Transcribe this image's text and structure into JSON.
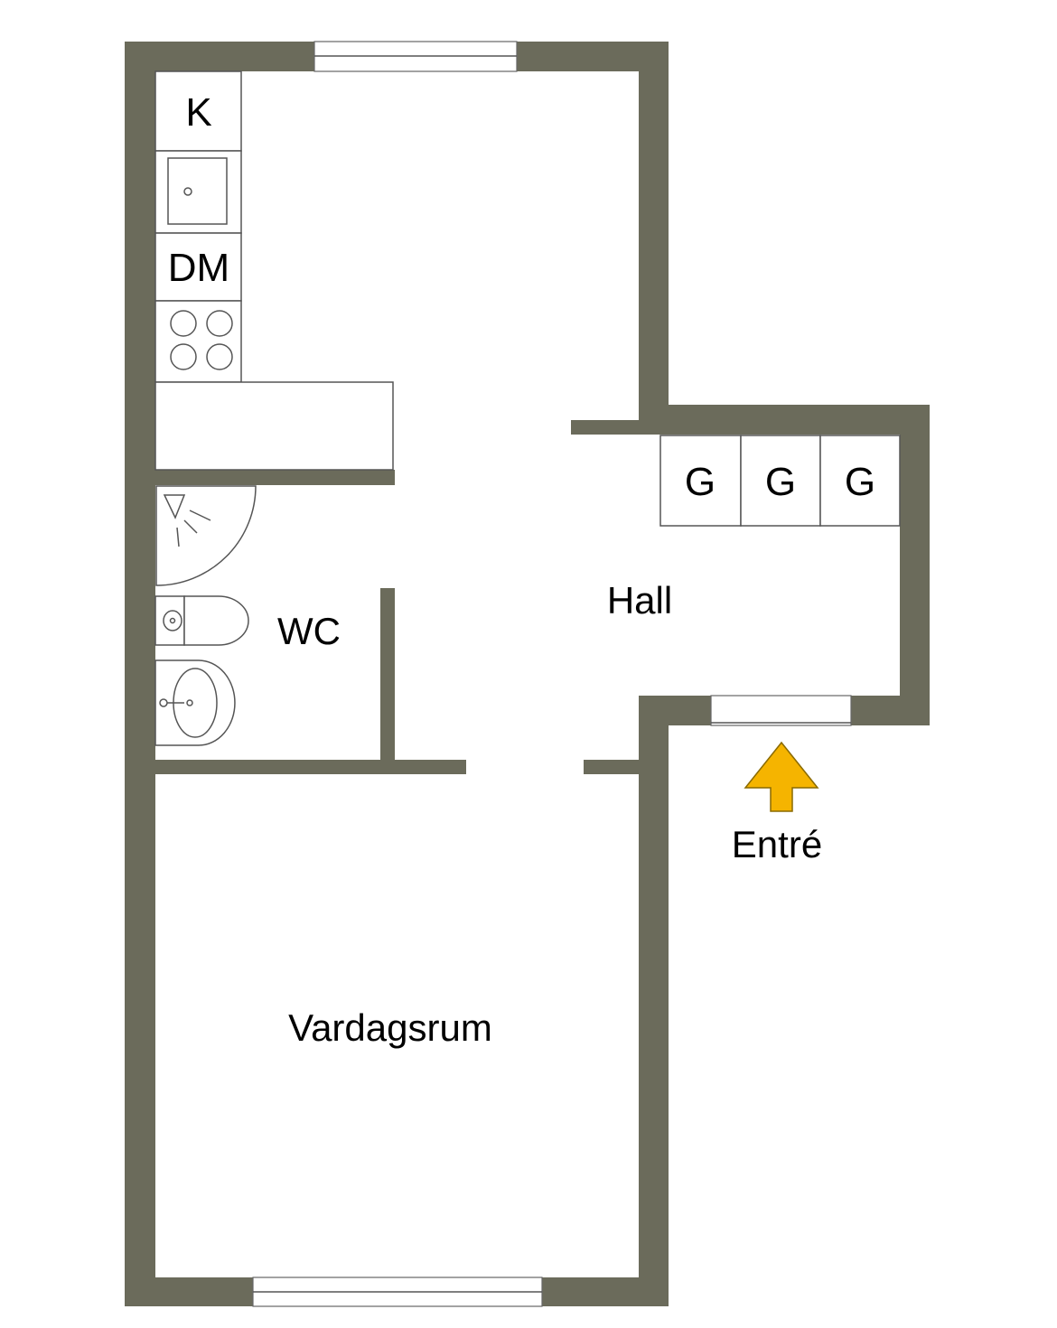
{
  "colors": {
    "wall": "#6b6b5b",
    "arrow": "#f5b400",
    "arrow_stroke": "#8a6a00"
  },
  "rooms": {
    "hall": "Hall",
    "wc": "WC",
    "living": "Vardagsrum",
    "entrance": "Entré"
  },
  "fixtures": {
    "fridge": "K",
    "dishwasher": "DM",
    "wardrobe_1": "G",
    "wardrobe_2": "G",
    "wardrobe_3": "G"
  },
  "icons": {
    "sink": "kitchen-sink-icon",
    "stove": "stove-icon",
    "shower": "shower-icon",
    "toilet": "toilet-icon",
    "basin": "washbasin-icon",
    "entrance": "entrance-arrow-icon"
  }
}
